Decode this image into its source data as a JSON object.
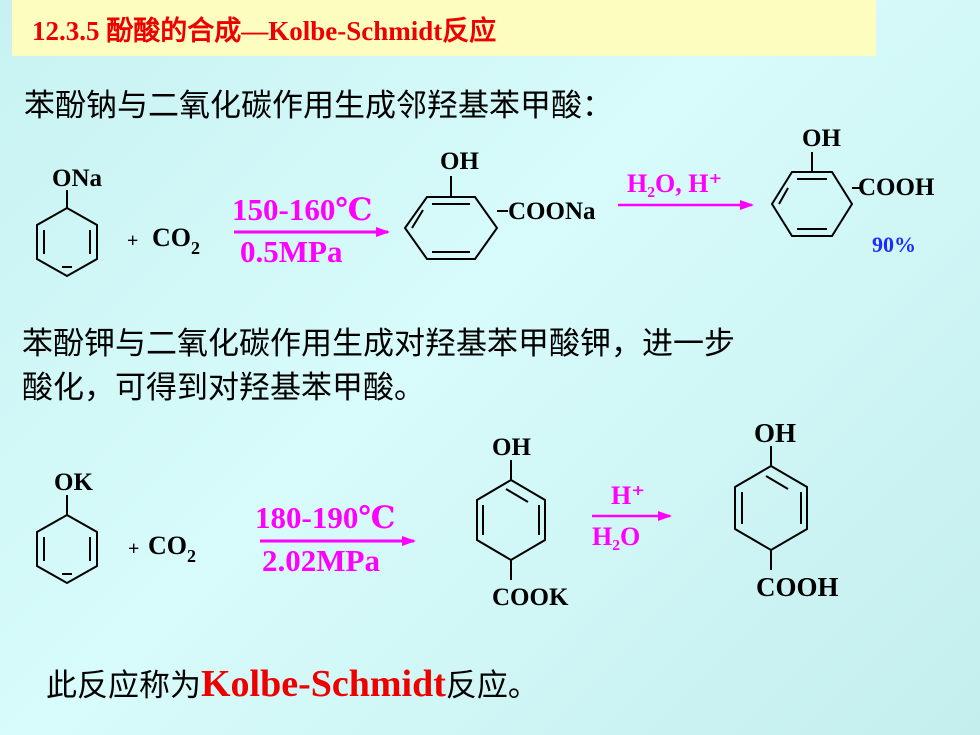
{
  "slide": {
    "title": "12.3.5  酚酸的合成—Kolbe-Schmidt反应",
    "line1": "苯酚钠与二氧化碳作用生成邻羟基苯甲酸：",
    "line2": "苯酚钾与二氧化碳作用生成对羟基苯甲酸钾，进一步",
    "line3": "酸化，可得到对羟基苯甲酸。",
    "footer_prefix": "此反应称为",
    "footer_keyword": "Kolbe-Schmidt",
    "footer_suffix": "反应。"
  },
  "reaction1": {
    "reactant_group": "ONa",
    "plus": "+",
    "co2": "CO",
    "co2_sub": "2",
    "condition_top": "150-160℃",
    "condition_bottom": "0.5MPa",
    "intermediate_oh": "OH",
    "intermediate_group": "COONa",
    "reagent": "H₂O, H⁺",
    "product_oh": "OH",
    "product_group": "COOH",
    "yield": "90%"
  },
  "reaction2": {
    "reactant_group": "OK",
    "plus": "+",
    "co2": "CO",
    "co2_sub": "2",
    "condition_top": "180-190℃",
    "condition_bottom": "2.02MPa",
    "intermediate_oh": "OH",
    "intermediate_group": "COOK",
    "reagent_top": "H⁺",
    "reagent_bottom": "H₂O",
    "product_oh": "OH",
    "product_group": "COOH"
  },
  "colors": {
    "title_bg": "#fdfdc0",
    "accent_red": "#ee0000",
    "magenta": "#ff00ff",
    "blue": "#1a2bff"
  }
}
